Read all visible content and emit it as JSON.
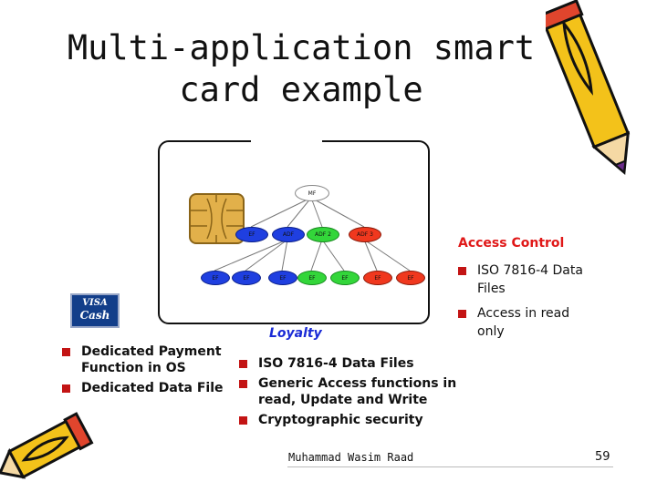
{
  "slide": {
    "title_line1": "Multi-application smart",
    "title_line2": "card example"
  },
  "diagram": {
    "root_label": "MF",
    "level1_labels": [
      "ADF",
      "ADF 2",
      "ADF 3"
    ],
    "leaf_label": "EF",
    "loyalty_label": "Loyalty",
    "access_control_label": "Access Control",
    "colors": {
      "payment": "#1f3fe0",
      "loyalty": "#33d63a",
      "access": "#f0381e",
      "chip": "#e2b04a"
    }
  },
  "logo": {
    "line1": "VISA",
    "line2": "Cash"
  },
  "left_bullets": [
    "Dedicated Payment Function in OS",
    "Dedicated Data File"
  ],
  "loyalty_bullets": [
    "ISO 7816-4 Data Files",
    "Generic Access functions in read, Update and Write",
    "Cryptographic security"
  ],
  "access_bullets": [
    "ISO 7816-4 Data Files",
    "Access in read only"
  ],
  "footer": {
    "author": "Muhammad Wasim Raad",
    "page": "59"
  },
  "icons": [
    "pencil-icon-top-right",
    "pencil-icon-bottom-left"
  ]
}
